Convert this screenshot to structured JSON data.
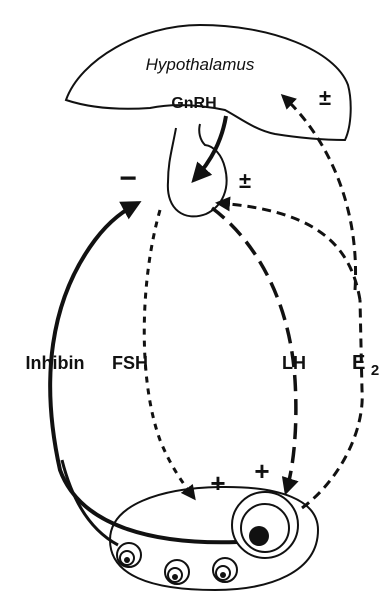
{
  "organs": {
    "hypothalamus": "Hypothalamus"
  },
  "hormones": {
    "gnrh": "GnRH",
    "fsh": "FSH",
    "lh": "LH",
    "inhibin": "Inhibin",
    "estradiol": "E",
    "estradiol_subscript": "2"
  },
  "feedback_signs": {
    "minus": "−",
    "plus_minus": "±",
    "plus": "+"
  },
  "colors": {
    "ink": "#111111",
    "paper": "#ffffff"
  }
}
